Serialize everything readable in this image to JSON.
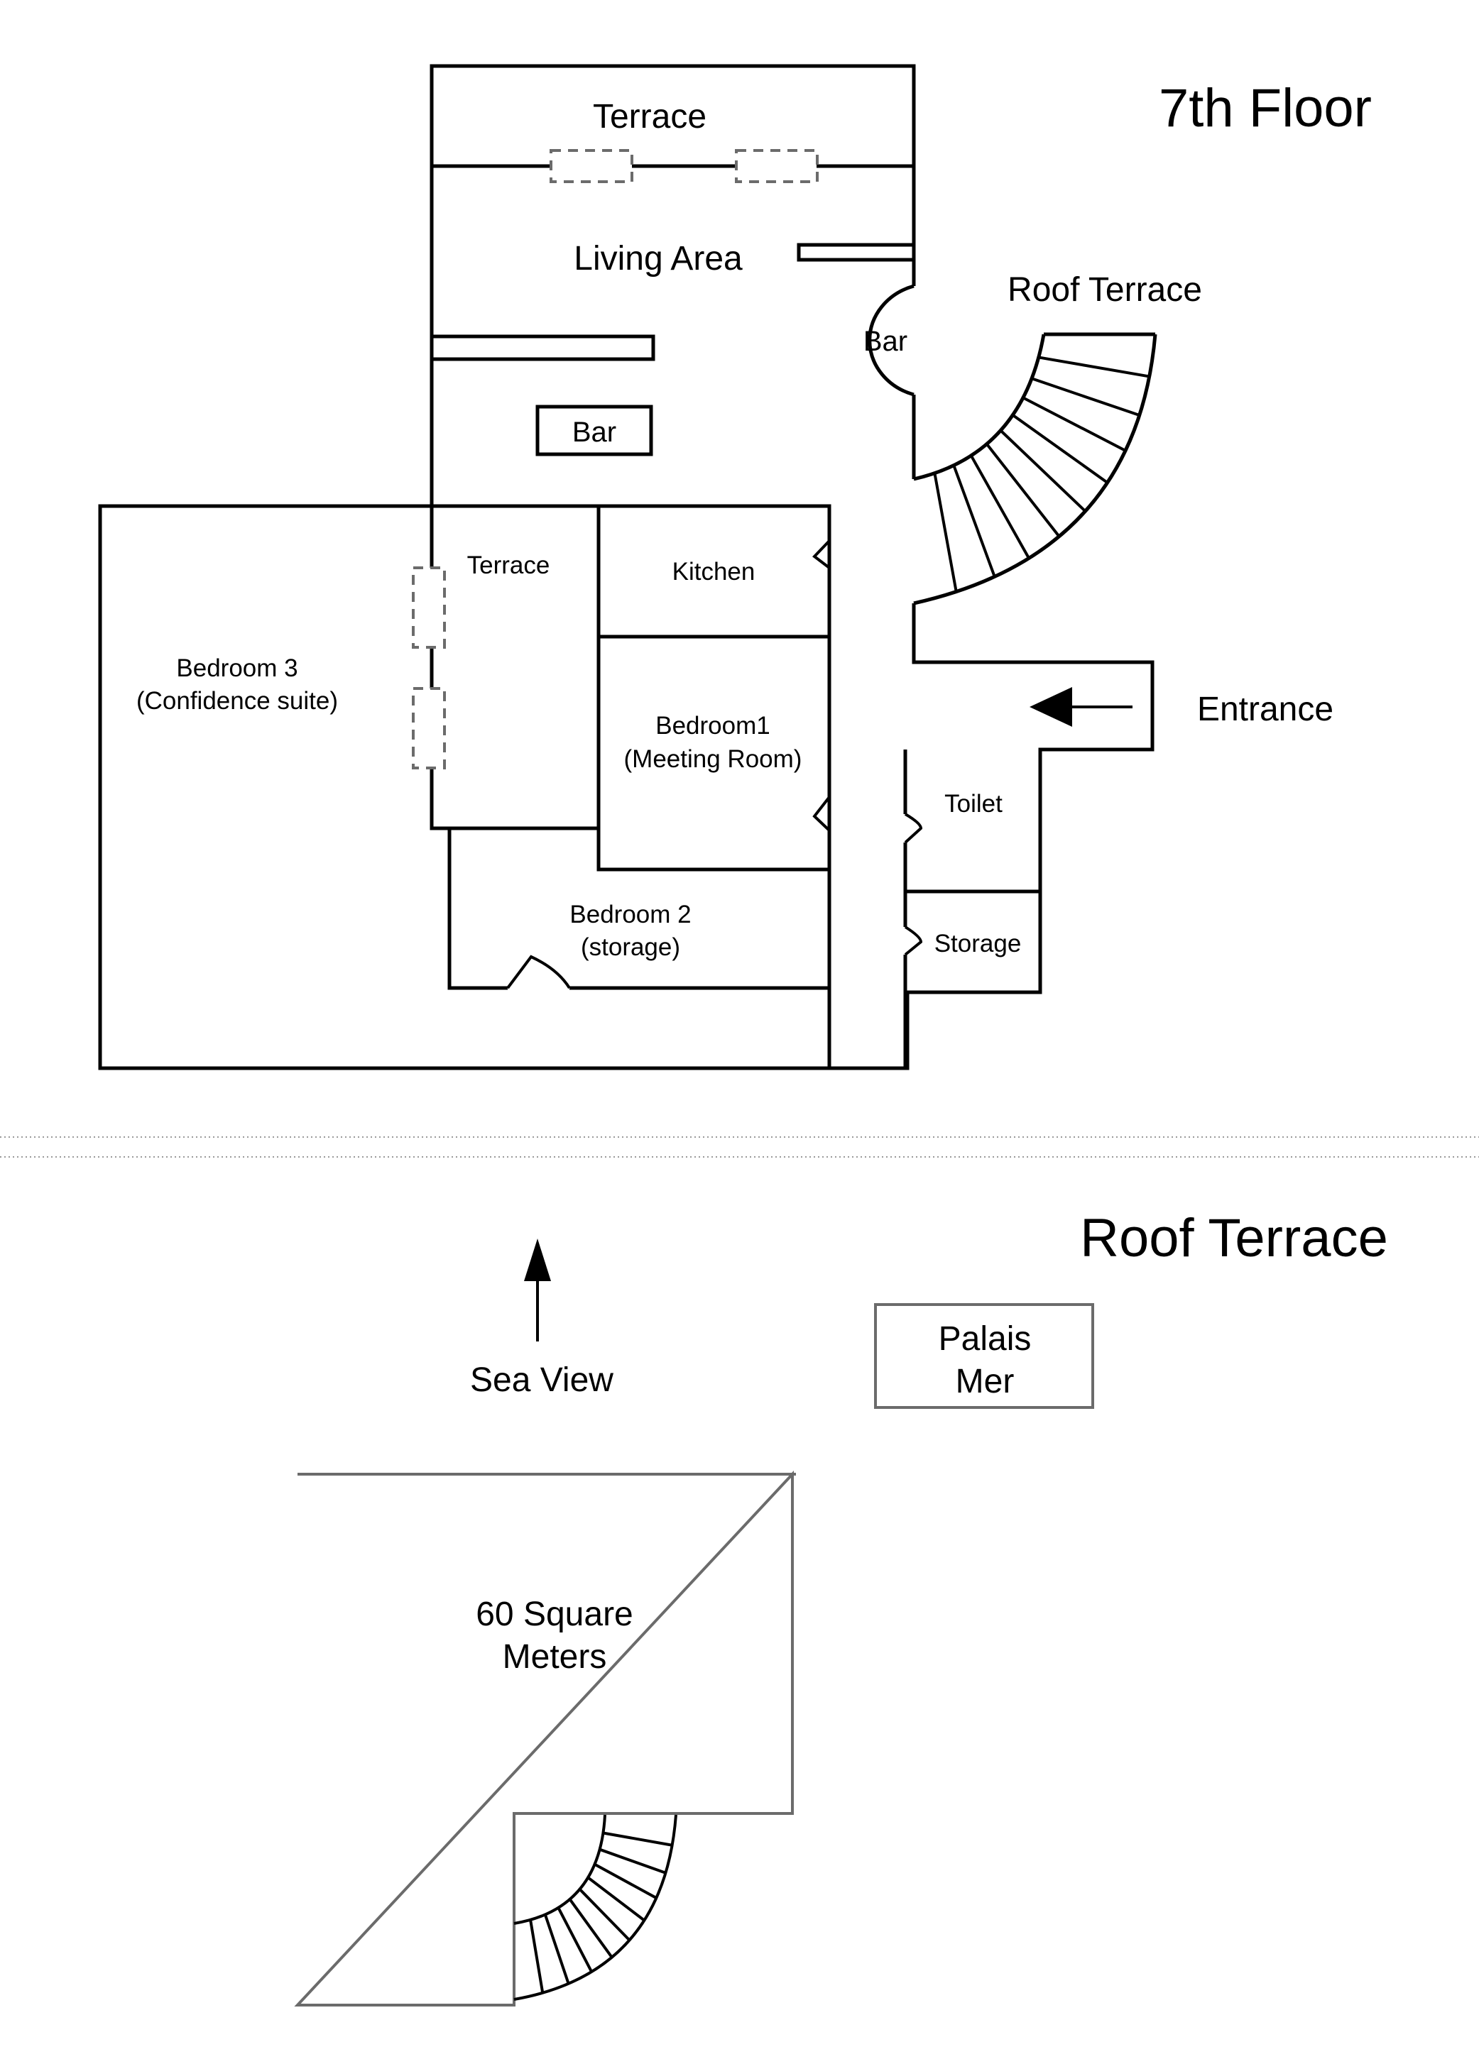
{
  "floor7": {
    "title": "7th Floor",
    "rooms": {
      "terrace_top": "Terrace",
      "living_area": "Living Area",
      "bar_round": "Bar",
      "bar_rect": "Bar",
      "roof_terrace_stairs": "Roof Terrace",
      "terrace_side": "Terrace",
      "kitchen": "Kitchen",
      "bedroom3_line1": "Bedroom 3",
      "bedroom3_line2": "(Confidence suite)",
      "bedroom1_line1": "Bedroom1",
      "bedroom1_line2": "(Meeting Room)",
      "bedroom2_line1": "Bedroom 2",
      "bedroom2_line2": "(storage)",
      "toilet": "Toilet",
      "storage": "Storage",
      "entrance": "Entrance"
    }
  },
  "roof": {
    "title": "Roof Terrace",
    "sea_view": "Sea View",
    "palais_line1": "Palais",
    "palais_line2": "Mer",
    "area_line1": "60 Square",
    "area_line2": "Meters"
  },
  "icons": {
    "entrance_arrow": "arrow-left",
    "sea_view_arrow": "arrow-up"
  }
}
